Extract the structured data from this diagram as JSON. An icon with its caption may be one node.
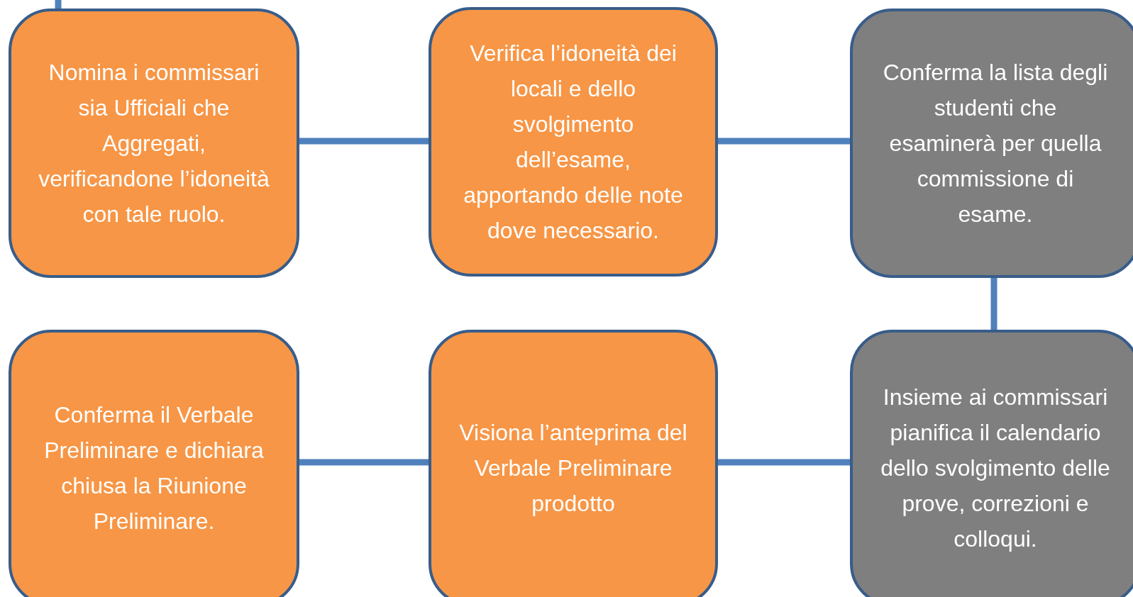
{
  "diagram": {
    "nodes": [
      {
        "text": [
          "Nomina i commissari sia Ufficiali che Aggregati, verificandone l’idoneità con tale ruolo."
        ]
      },
      {
        "text": [
          "Verifica l’idoneità dei locali e dello svolgimento dell’esame, apportando delle note dove necessario."
        ]
      },
      {
        "text": [
          "Conferma la lista degli studenti che esaminerà per quella commissione di esame."
        ]
      },
      {
        "text": [
          "Conferma il Verbale Preliminare e dichiara chiusa la Riunione Preliminare."
        ]
      },
      {
        "text": [
          "Visiona l’anteprima del Verbale Preliminare prodotto"
        ]
      },
      {
        "text": [
          "Insieme ai commissari pianifica il calendario dello svolgimento delle prove, correzioni e colloqui."
        ]
      }
    ],
    "edges": [
      {
        "from": null,
        "to": 0,
        "arrow": "none"
      },
      {
        "from": 0,
        "to": 1,
        "arrow": "none"
      },
      {
        "from": 1,
        "to": 2,
        "arrow": "none"
      },
      {
        "from": 2,
        "to": 5,
        "arrow": "none"
      },
      {
        "from": 5,
        "to": 4,
        "arrow": "none"
      },
      {
        "from": 4,
        "to": 3,
        "arrow": "none"
      }
    ]
  }
}
